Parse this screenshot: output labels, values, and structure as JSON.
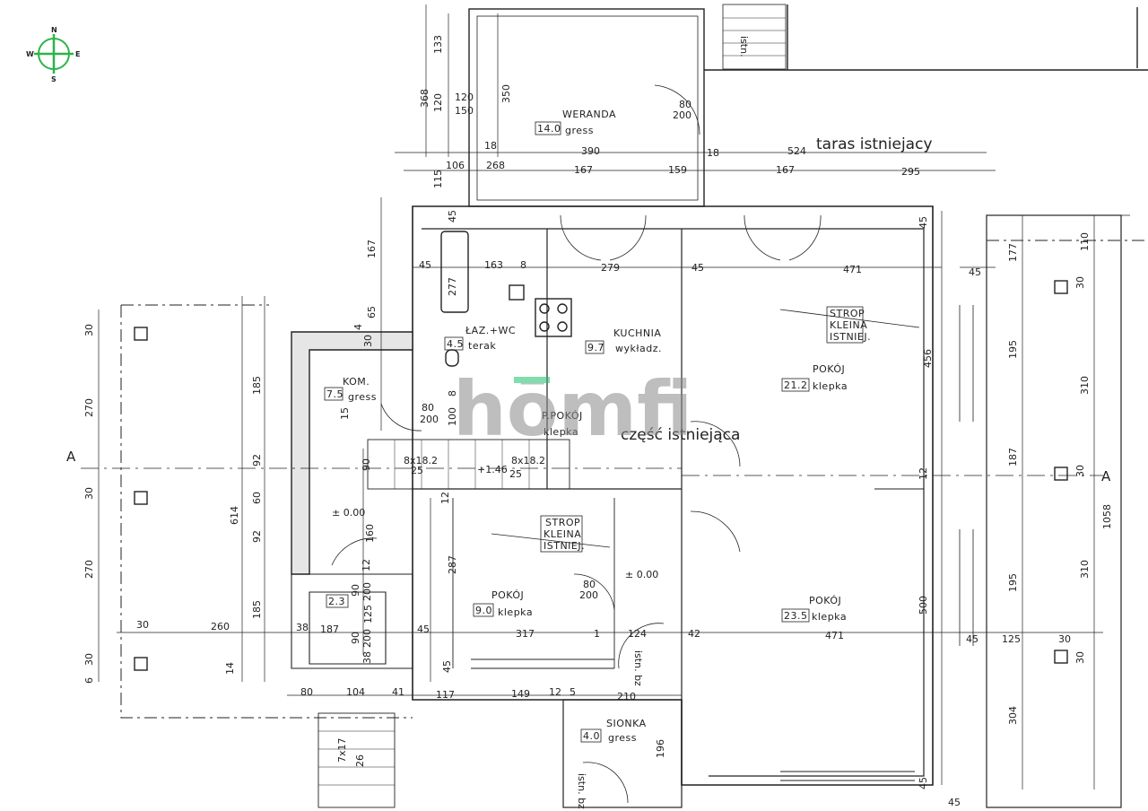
{
  "compass": {
    "n": "N",
    "s": "S",
    "w": "W",
    "e": "E",
    "color": "#2db34a"
  },
  "watermark": {
    "text": "hōmfi",
    "color": "#8a8a8a",
    "accent": "#19c26b"
  },
  "labels": {
    "taras": "taras istniejacy",
    "czesc": "część istniejąca",
    "section_left": "A",
    "section_right": "A"
  },
  "rooms": {
    "weranda": {
      "name": "WERANDA",
      "area": "14.0",
      "floor": "gress"
    },
    "lazienka": {
      "name": "ŁAZ.+WC",
      "area": "4.5",
      "floor": "terak"
    },
    "kuchnia": {
      "name": "KUCHNIA",
      "area": "9.7",
      "floor": "wykładz."
    },
    "kom": {
      "name": "KOM.",
      "area": "7.5",
      "floor": "gress"
    },
    "ppokoj": {
      "name": "P.POKÓJ",
      "floor": "klepka"
    },
    "pokoj_top": {
      "name": "POKÓJ",
      "area": "21.2",
      "floor": "klepka"
    },
    "pokoj_mid": {
      "name": "POKÓJ",
      "area": "9.0",
      "floor": "klepka"
    },
    "pokoj_big": {
      "name": "POKÓJ",
      "area": "23.5",
      "floor": "klepka"
    },
    "sionka": {
      "name": "SIONKA",
      "area": "4.0",
      "floor": "gress"
    },
    "small": {
      "area": "2.3"
    },
    "strop1": {
      "l1": "STROP",
      "l2": "KLEINA",
      "l3": "ISTNIEJ."
    },
    "strop2": {
      "l1": "STROP",
      "l2": "KLEINA",
      "l3": "ISTNIEJ."
    }
  },
  "levels": {
    "l1": "± 0.00",
    "l2": "± 0.00",
    "l3": "+1.46"
  },
  "stairs": {
    "s1": "8x18.2",
    "s1b": "25",
    "s2": "8x18.2",
    "s2b": "25",
    "s3": "7x17",
    "s3b": "26"
  },
  "istn": {
    "i1": "istn.",
    "i2": "istn. bz",
    "i3": "istn. bz"
  },
  "doors": {
    "d1a": "80",
    "d1b": "200",
    "d2a": "80",
    "d2b": "200",
    "d3a": "80",
    "d3b": "200",
    "d4a": "90",
    "d4b": "200",
    "d5a": "90",
    "d5b": "200"
  },
  "dims": {
    "top_524": "524",
    "top_390": "390",
    "top_18a": "18",
    "top_18b": "18",
    "r_115": "115",
    "r_106": "106",
    "r_268": "268",
    "r_167a": "167",
    "r_159": "159",
    "r_167b": "167",
    "r_295": "295",
    "v_133": "133",
    "v_368": "368",
    "v_120a": "120",
    "v_120b": "120",
    "v_150": "150",
    "v_350": "350",
    "v_45a": "45",
    "v_167": "167",
    "v_65": "65",
    "v_4": "4",
    "h_45a": "45",
    "h_163": "163",
    "h_8": "8",
    "h_279": "279",
    "h_45b": "45",
    "h_471a": "471",
    "h_45c": "45",
    "h_45d": "45",
    "v_277": "277",
    "v_100": "100",
    "v_8": "8",
    "l_30a": "30",
    "l_270a": "270",
    "l_30b": "30",
    "l_270b": "270",
    "l_30c": "30",
    "l_6": "6",
    "l_185a": "185",
    "l_92a": "92",
    "l_60": "60",
    "l_92b": "92",
    "l_185b": "185",
    "l_14": "14",
    "l_614": "614",
    "l_30d": "30",
    "l_15": "15",
    "l_90": "90",
    "l_160": "160",
    "l_12a": "12",
    "l_125": "125",
    "l_38a": "38",
    "l_38b": "38",
    "b_30": "30",
    "b_260": "260",
    "b_38": "38",
    "b_187": "187",
    "b_45": "45",
    "b_317": "317",
    "b_1": "1",
    "b_124": "124",
    "b_42": "42",
    "b_471": "471",
    "b_45r": "45",
    "b_125": "125",
    "b_30r": "30",
    "m_287": "287",
    "m_12": "12",
    "m_45": "45",
    "bb_80": "80",
    "bb_104": "104",
    "bb_41": "41",
    "bb_117": "117",
    "bb_149": "149",
    "bb_12": "12",
    "bb_5": "5",
    "bb_210": "210",
    "s_196": "196",
    "r_456": "456",
    "r_12": "12",
    "r_500": "500",
    "r_45a": "45",
    "r_45b": "45",
    "rr_177": "177",
    "rr_195a": "195",
    "rr_187": "187",
    "rr_195b": "195",
    "rr_304": "304",
    "rr_110": "110",
    "rr_310a": "310",
    "rr_310b": "310",
    "rr_1058": "1058",
    "rr_30a": "30",
    "rr_30b": "30",
    "rr_30c": "30"
  }
}
